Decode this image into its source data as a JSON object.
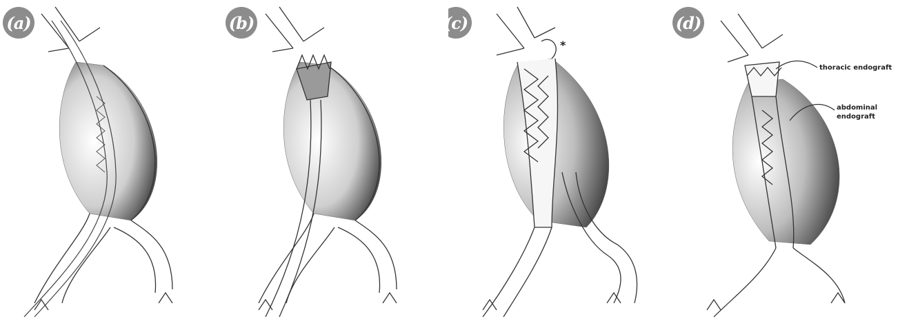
{
  "panels": [
    {
      "label": "(a)",
      "annotations": []
    },
    {
      "label": "(b)",
      "annotations": []
    },
    {
      "label": "(c)",
      "annotations": [
        "*"
      ]
    },
    {
      "label": "(d)",
      "annotations": [
        "thoracic endograft",
        "abdominal",
        "endograft"
      ]
    }
  ],
  "colors": {
    "badge_bg": "#8c8c8c",
    "outline": "#333333",
    "shading": "#2e2e2e"
  }
}
